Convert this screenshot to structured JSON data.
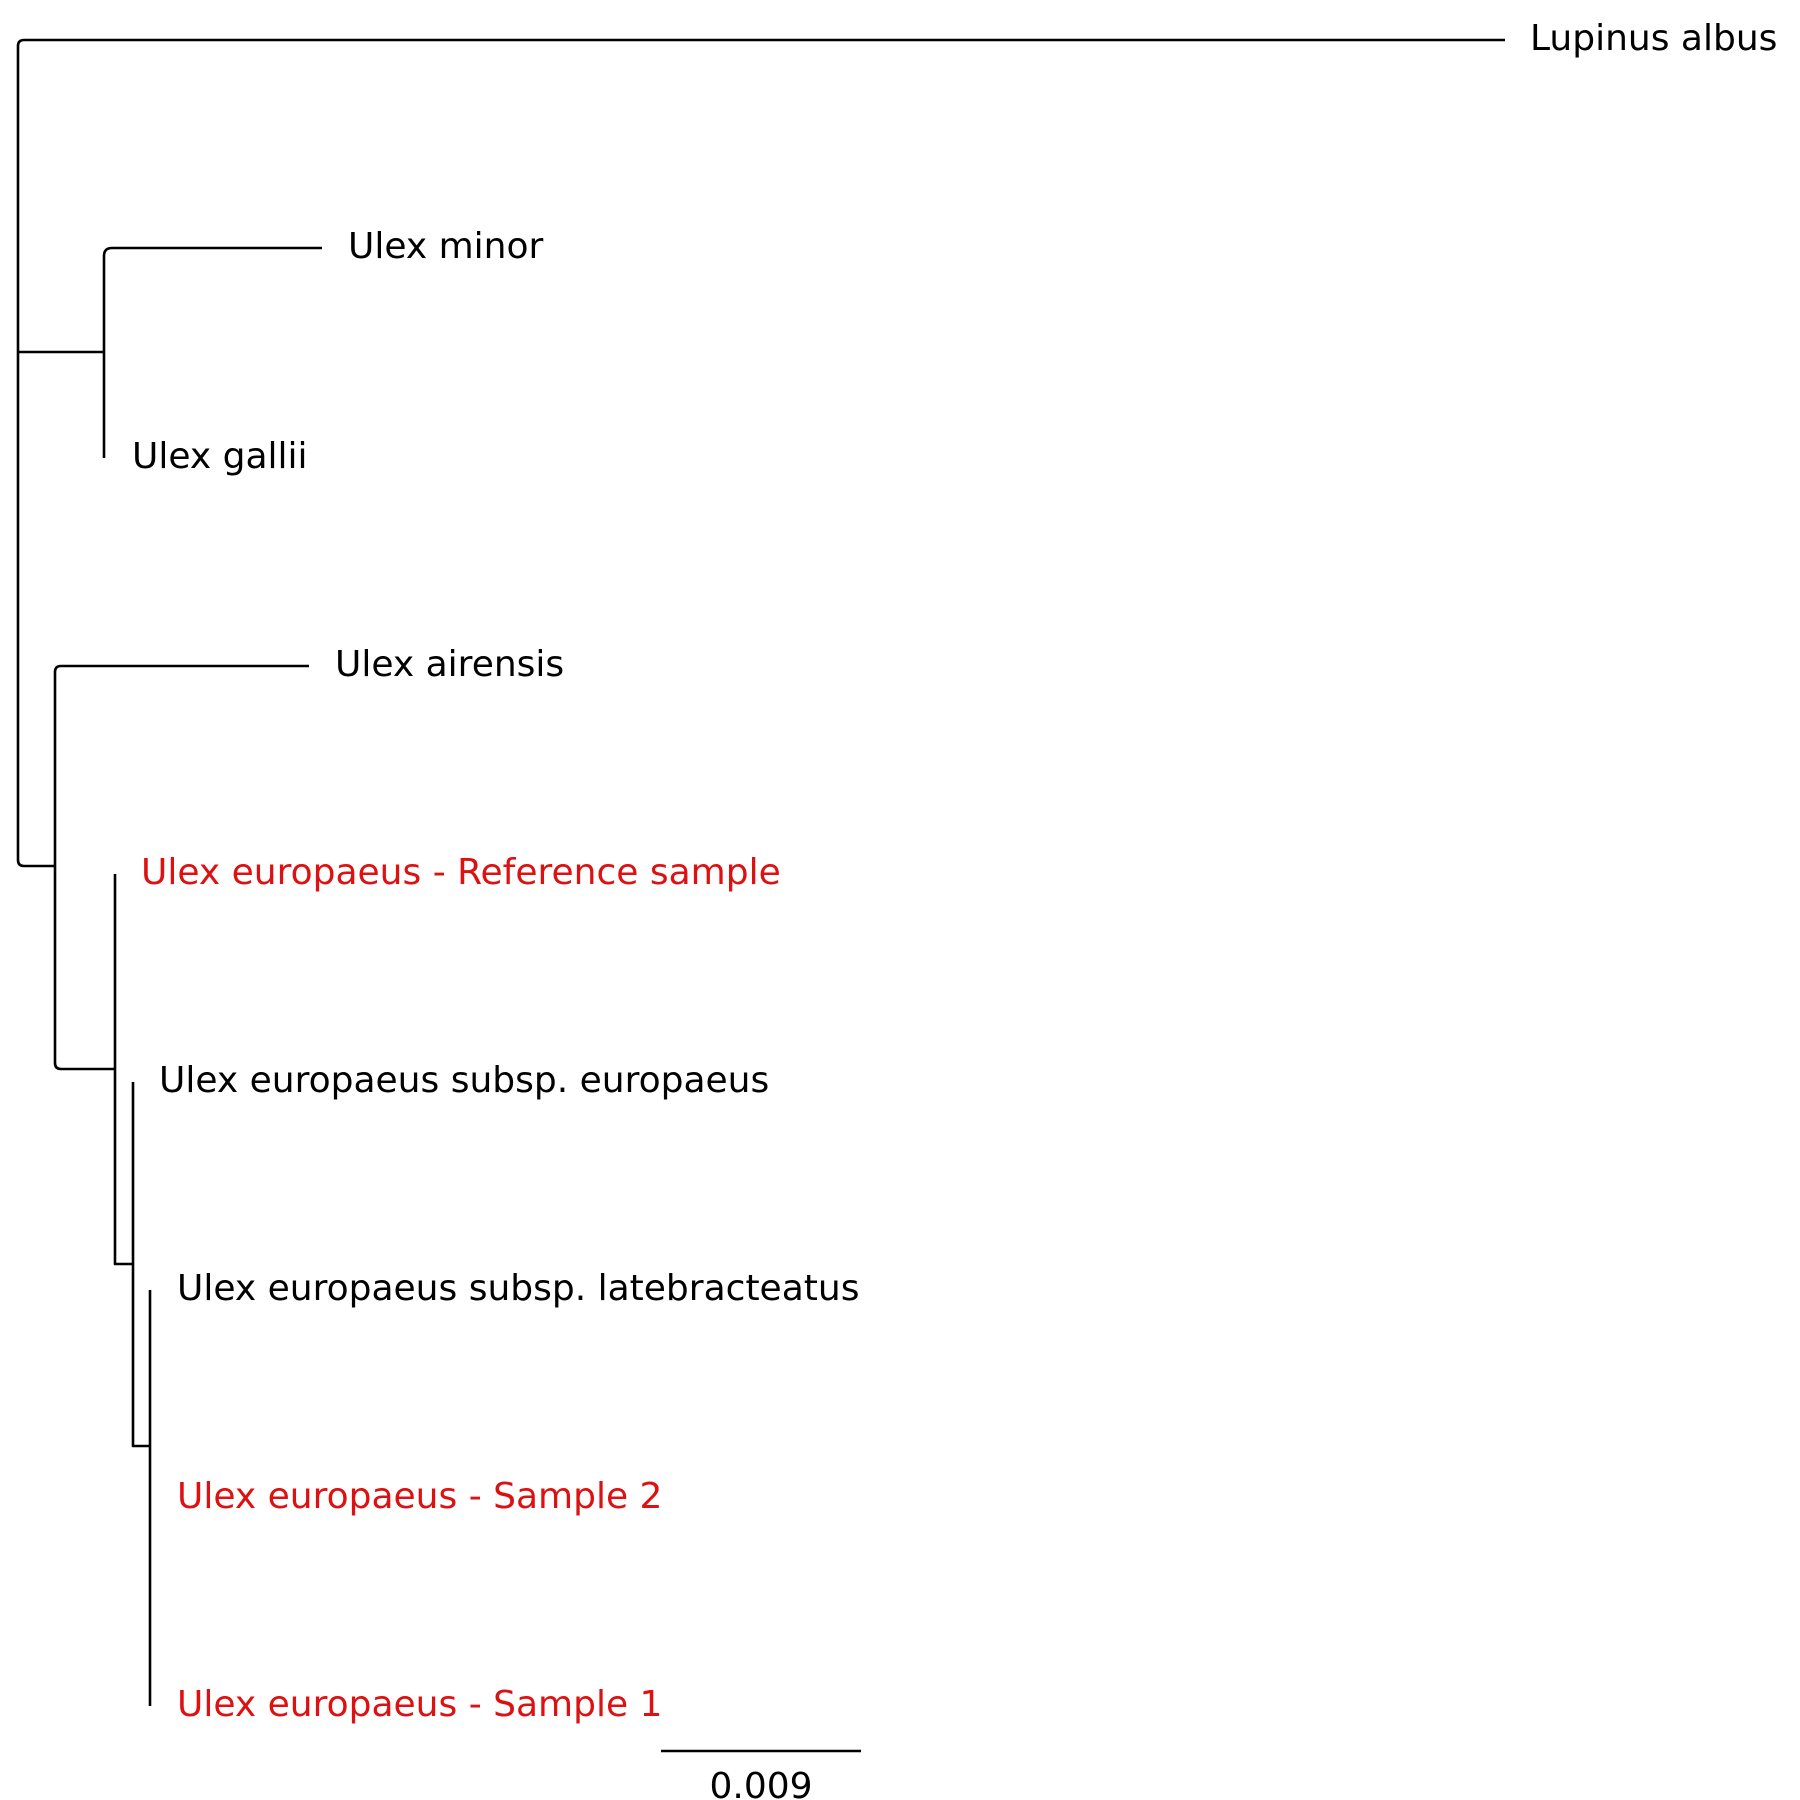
{
  "colors": {
    "branch": "#000000",
    "default_label": "#000000",
    "highlight_label": "#dd1111"
  },
  "tree": {
    "root_children": [
      "lupinus",
      "gallii_minor_clade",
      "airensis_europaeus_clade"
    ],
    "taxa": [
      {
        "id": "lupinus",
        "label": "Lupinus albus",
        "highlight": false
      },
      {
        "id": "minor",
        "label": "Ulex minor",
        "highlight": false
      },
      {
        "id": "gallii",
        "label": "Ulex gallii",
        "highlight": false
      },
      {
        "id": "airensis",
        "label": "Ulex airensis",
        "highlight": false
      },
      {
        "id": "ref",
        "label": "Ulex europaeus - Reference sample",
        "highlight": true
      },
      {
        "id": "subsp_eur",
        "label": "Ulex europaeus subsp. europaeus",
        "highlight": false
      },
      {
        "id": "subsp_late",
        "label": "Ulex europaeus subsp. latebracteatus",
        "highlight": false
      },
      {
        "id": "s2",
        "label": "Ulex europaeus - Sample 2",
        "highlight": true
      },
      {
        "id": "s1",
        "label": "Ulex europaeus - Sample 1",
        "highlight": true
      }
    ]
  },
  "scale_bar": {
    "label": "0.009"
  }
}
